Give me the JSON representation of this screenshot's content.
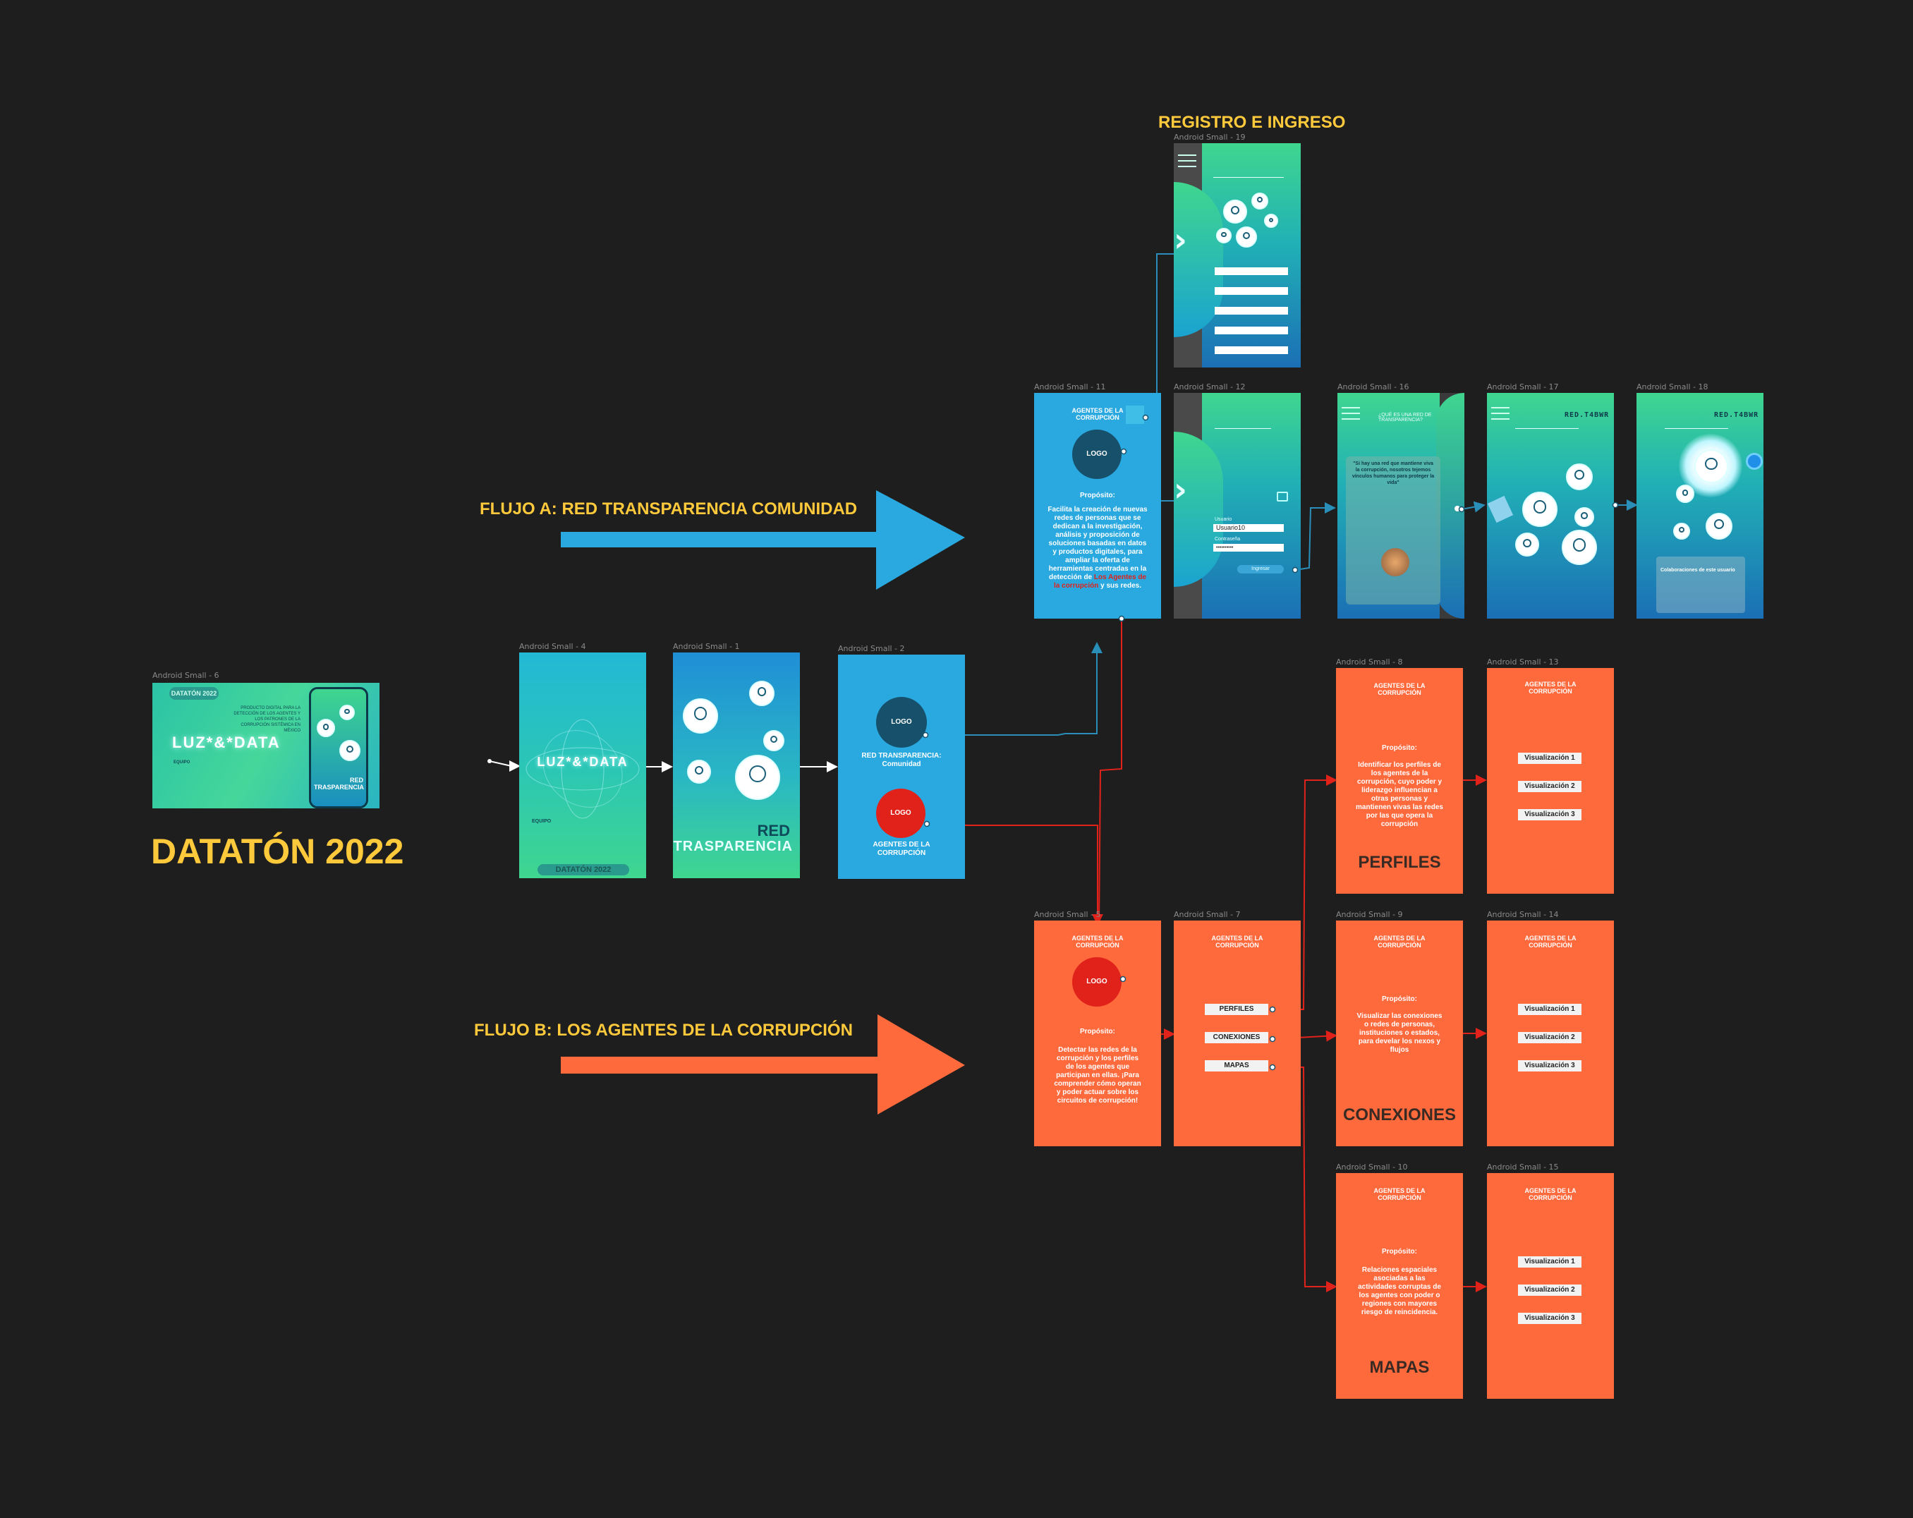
{
  "titles": {
    "datathon": "DATATÓN 2022",
    "registro": "REGISTRO E INGRESO",
    "flujo_a": "FLUJO A: RED TRANSPARENCIA COMUNIDAD",
    "flujo_b": "FLUJO B: LOS AGENTES DE LA CORRUPCIÓN"
  },
  "colors": {
    "background": "#1e1e1e",
    "accent_yellow": "#ffc93c",
    "flow_a_blue": "#2aa9e0",
    "flow_b_orange": "#ff6a3d",
    "red_connector": "#e0221b"
  },
  "frame_labels": {
    "f6": "Android Small - 6",
    "f4": "Android Small - 4",
    "f1": "Android Small - 1",
    "f2": "Android Small - 2",
    "f19": "Android Small - 19",
    "f11": "Android Small - 11",
    "f12": "Android Small - 12",
    "f16": "Android Small - 16",
    "f17": "Android Small - 17",
    "f18": "Android Small - 18",
    "f5": "Android Small - 5",
    "f7": "Android Small - 7",
    "f8": "Android Small - 8",
    "f13": "Android Small - 13",
    "f9": "Android Small - 9",
    "f14": "Android Small - 14",
    "f10": "Android Small - 10",
    "f15": "Android Small - 15"
  },
  "cover": {
    "badge": "DATATÓN 2022",
    "brand": "LUZ*&*DATA",
    "tagline": "PRODUCTO DIGITAL PARA LA DETECCIÓN DE LOS AGENTES Y LOS PATRONES DE LA CORRUPCIÓN SISTÉMICA EN MÉXICO",
    "equipo": "EQUIPO",
    "phone_title": "RED TRASPARENCIA"
  },
  "splash": {
    "brand": "LUZ*&*DATA",
    "equipo": "EQUIPO",
    "footer": "DATATÓN 2022"
  },
  "intro": {
    "title_line1": "RED",
    "title_line2": "TRASPARENCIA"
  },
  "choose": {
    "logo": "LOGO",
    "blue_label": "RED TRANSPARENCIA: Comunidad",
    "red_label": "AGENTES DE LA CORRUPCIÓN"
  },
  "f11": {
    "header": "AGENTES DE LA CORRUPCIÓN",
    "logo": "LOGO",
    "proposito": "Propósito:",
    "body": "Facilita la creación de nuevas redes de personas que se dedican a la investigación, análisis y proposición de soluciones basadas en datos y productos digitales, para ampliar la oferta de herramientas centradas en la detección de",
    "highlight": "Los Agentes de la corrupción",
    "tail": "y sus redes."
  },
  "f12": {
    "usuario_label": "Usuario",
    "usuario_value": "Usuario10",
    "contrasena_label": "Contraseña",
    "contrasena_value": "••••••••••",
    "ingresar": "Ingresar"
  },
  "f16": {
    "title": "¿QUÉ ES UNA RED DE TRANSPARENCIA?",
    "quote": "\"Si hay una red que mantiene viva la corrupción, nosotros tejemos vínculos humanos para proteger la vida\""
  },
  "f17": {
    "brand": "RED.T4BWR"
  },
  "f18": {
    "brand": "RED.T4BWR",
    "card_title": "Colaboraciones de este usuario"
  },
  "f5": {
    "header": "AGENTES DE LA CORRUPCIÓN",
    "logo": "LOGO",
    "proposito": "Propósito:",
    "body": "Detectar las redes de la corrupción y los perfiles de los agentes que participan en ellas. ¡Para comprender cómo operan y poder actuar sobre los circuitos de corrupción!"
  },
  "f7": {
    "header": "AGENTES DE LA CORRUPCIÓN",
    "perfiles": "PERFILES",
    "conexiones": "CONEXIONES",
    "mapas": "MAPAS"
  },
  "f8": {
    "header": "AGENTES DE LA CORRUPCIÓN",
    "proposito": "Propósito:",
    "body": "Identificar los perfiles de los agentes de la corrupción, cuyo poder y liderazgo influencian a otras personas y mantienen vivas las redes por las que opera la corrupción",
    "word": "PERFILES"
  },
  "f9": {
    "header": "AGENTES DE LA CORRUPCIÓN",
    "proposito": "Propósito:",
    "body": "Visualizar las conexiones o redes de personas, instituciones o estados, para develar los nexos y flujos",
    "word": "CONEXIONES"
  },
  "f10": {
    "header": "AGENTES DE LA CORRUPCIÓN",
    "proposito": "Propósito:",
    "body": "Relaciones espaciales asociadas a las actividades corruptas de los agentes con poder o regiones con mayores riesgo de reincidencia.",
    "word": "MAPAS"
  },
  "viz": {
    "header": "AGENTES DE LA CORRUPCIÓN",
    "v1": "Visualización 1",
    "v2": "Visualización 2",
    "v3": "Visualización 3"
  }
}
